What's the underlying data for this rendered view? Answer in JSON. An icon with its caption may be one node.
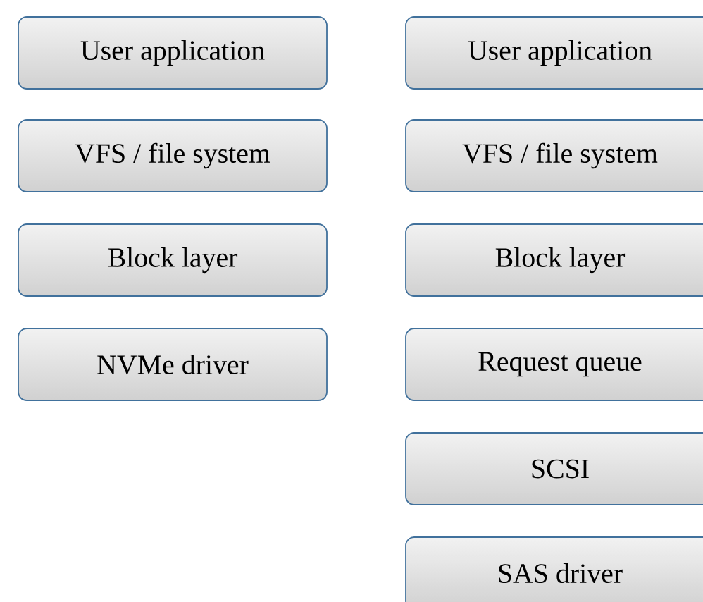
{
  "diagram": {
    "nodes": [
      {
        "text": [
          "User application"
        ]
      },
      {
        "text": [
          "VFS / file system"
        ]
      },
      {
        "text": [
          "Block layer"
        ]
      },
      {
        "text": [
          "NVMe driver"
        ]
      },
      {
        "text": [
          "User application"
        ]
      },
      {
        "text": [
          "VFS / file system"
        ]
      },
      {
        "text": [
          "Block layer"
        ]
      },
      {
        "text": [
          "Request queue"
        ]
      },
      {
        "text": [
          "SCSI"
        ]
      },
      {
        "text": [
          "SAS driver"
        ]
      }
    ]
  }
}
